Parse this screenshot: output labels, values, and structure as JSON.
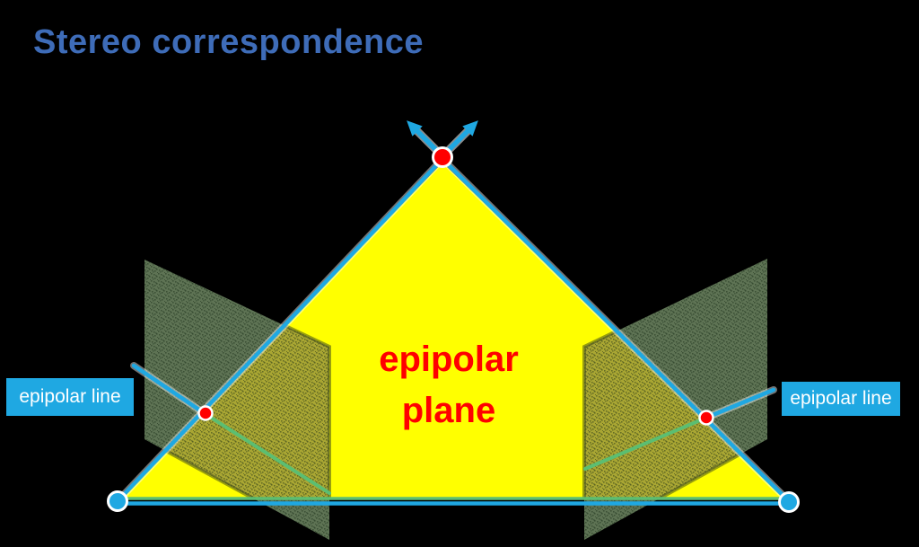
{
  "slide": {
    "title": "Stereo correspondence",
    "left_label": "epipolar line",
    "right_label": "epipolar line",
    "plane_label": {
      "line1": "epipolar",
      "line2": "plane"
    }
  },
  "colors": {
    "background": "#000000",
    "title_blue": "#3E6CB8",
    "cyan": "#1FA8E2",
    "yellow": "#FFFF00",
    "red": "#FF0000",
    "green": "#5BBE72",
    "plane_dark_green": "#5E7354",
    "plane_olive": "#A9A633",
    "label_text": "#FFFFFF"
  },
  "icons": {
    "world_point_dot": "red-dot",
    "image_point_dots": "red-dot-small",
    "camera_center_dots": "cyan-dot",
    "ray_arrows": "cyan-arrow"
  }
}
